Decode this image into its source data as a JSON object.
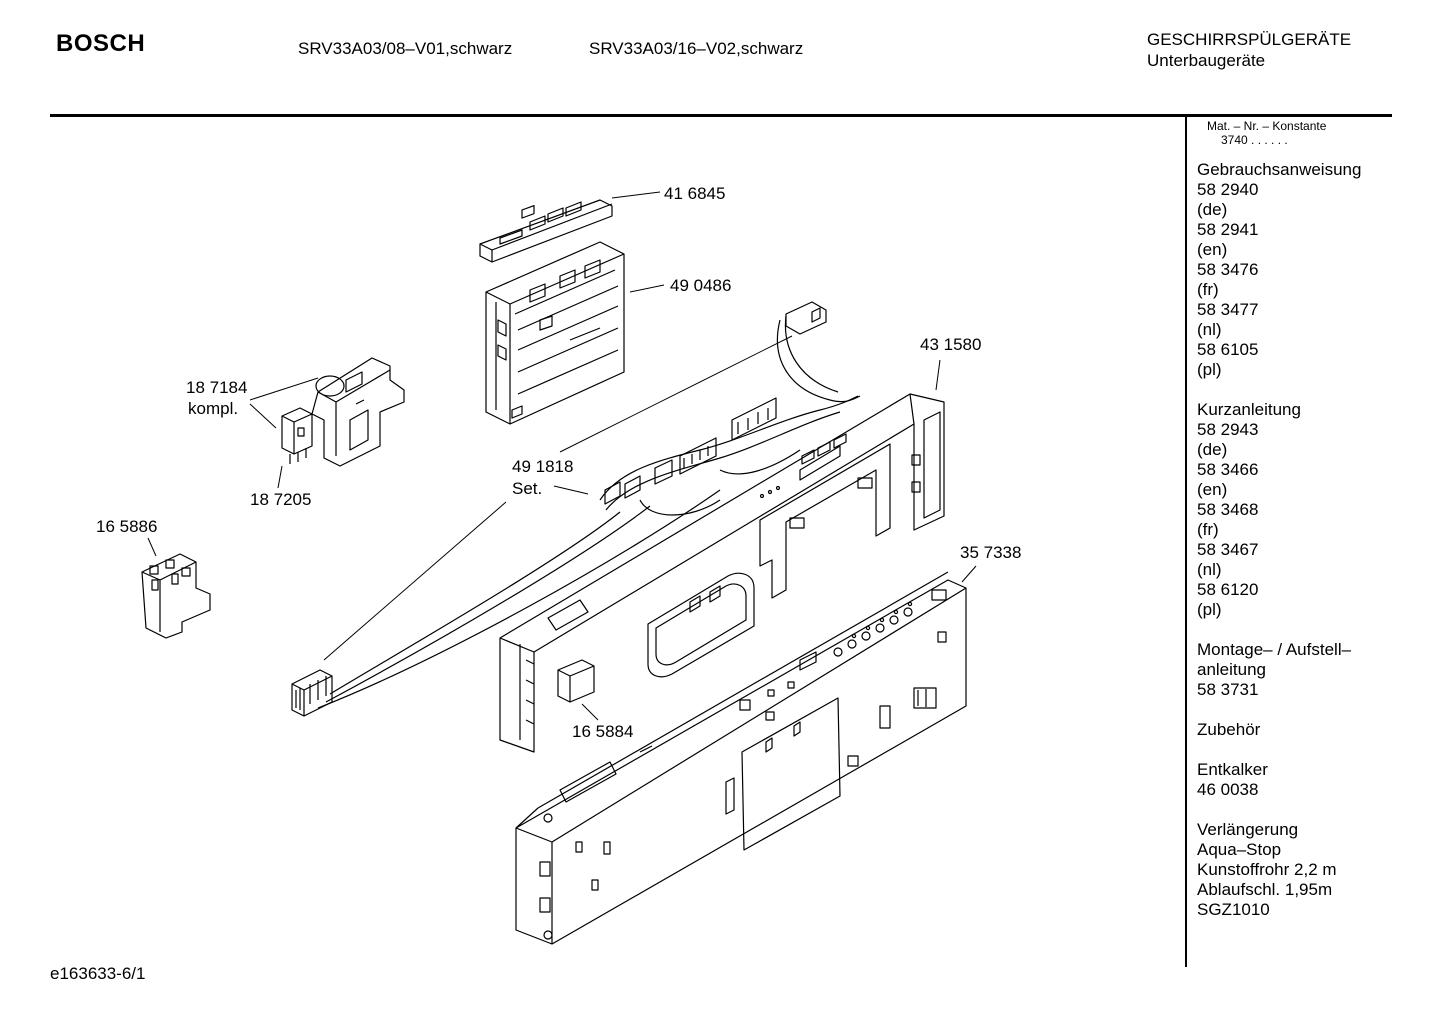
{
  "header": {
    "brand": "BOSCH",
    "model_1": "SRV33A03/08–V01,schwarz",
    "model_2": "SRV33A03/16–V02,schwarz",
    "category": "GESCHIRRSPÜLGERÄTE",
    "subcategory": "Unterbaugeräte"
  },
  "sidebar": {
    "matnr_title": "Mat. – Nr. – Konstante",
    "matnr_value": "3740  .  .   .  .  .  .",
    "lines": [
      "Gebrauchsanweisung",
      "58 2940",
      "(de)",
      "58 2941",
      "(en)",
      "58 3476",
      "(fr)",
      "58 3477",
      "(nl)",
      "58 6105",
      "(pl)",
      "",
      "Kurzanleitung",
      "58 2943",
      "(de)",
      "58 3466",
      "(en)",
      "58 3468",
      "(fr)",
      "58 3467",
      "(nl)",
      "58 6120",
      "(pl)",
      "",
      "Montage– / Aufstell–",
      "anleitung",
      "58 3731",
      "",
      "Zubehör",
      "",
      "Entkalker",
      "46 0038",
      "",
      "Verlängerung",
      "Aqua–Stop",
      "Kunstoffrohr 2,2 m",
      "Ablaufschl. 1,95m",
      "SGZ1010"
    ]
  },
  "parts": {
    "p416845": "41 6845",
    "p490486": "49 0486",
    "p431580": "43 1580",
    "p187184": "18 7184",
    "p187184_note": "kompl.",
    "p187205": "18 7205",
    "p491818": "49 1818",
    "p491818_note": "Set.",
    "p165886": "16 5886",
    "p357338": "35 7338",
    "p165884": "16 5884"
  },
  "footer": {
    "code": "e163633-6/1"
  }
}
